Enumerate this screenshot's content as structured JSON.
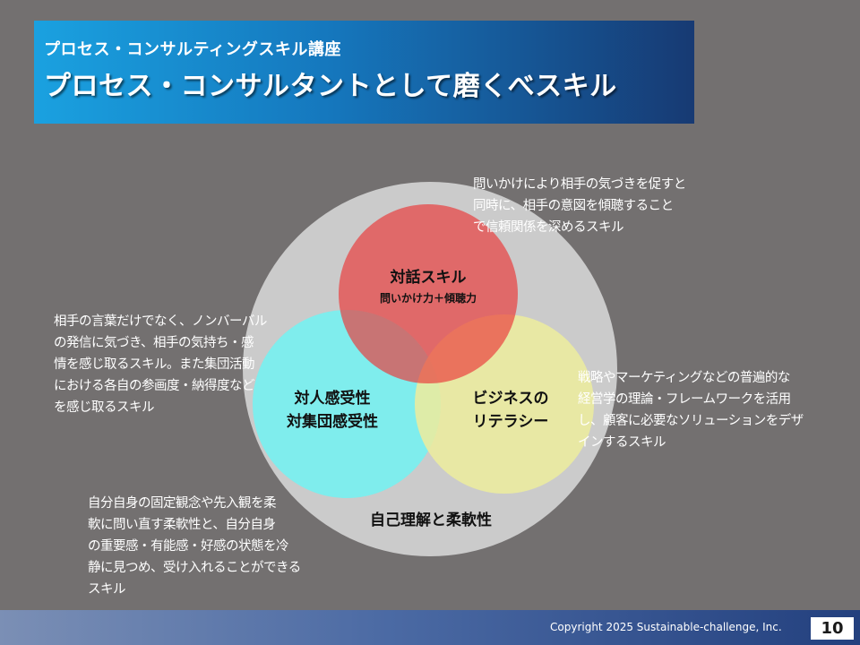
{
  "header": {
    "subtitle": "プロセス・コンサルティングスキル講座",
    "title": "プロセス・コンサルタントとして磨くべスキル"
  },
  "diagram": {
    "outer": {
      "label": "自己理解と柔軟性",
      "color": "#cbcbcb"
    },
    "dialogue": {
      "label": "対話スキル",
      "sub": "問いかけ力＋傾聴力",
      "color": "#ea3b3b"
    },
    "interpersonal": {
      "line1": "対人感受性",
      "line2": "対集団感受性",
      "color": "#7aeeee"
    },
    "business": {
      "line1": "ビジネスの",
      "line2": "リテラシー",
      "color": "#ecec9e"
    }
  },
  "descriptions": {
    "dialogue": "問いかけにより相手の気づきを促すと\n同時に、相手の意図を傾聴すること\nで信頼関係を深めるスキル",
    "interpersonal": "相手の言葉だけでなく、ノンバーバル\nの発信に気づき、相手の気持ち・感\n情を感じ取るスキル。また集団活動\nにおける各自の参画度・納得度など\nを感じ取るスキル",
    "business": "戦略やマーケティングなどの普遍的な\n経営学の理論・フレームワークを活用\nし、顧客に必要なソリューションをデザ\nインするスキル",
    "self": "自分自身の固定観念や先入観を柔\n軟に問い直す柔軟性と、自分自身\nの重要感・有能感・好感の状態を冷\n静に見つめ、受け入れることができる\nスキル"
  },
  "footer": {
    "copyright": "Copyright 2025 Sustainable-challenge, Inc.",
    "page": "10"
  }
}
